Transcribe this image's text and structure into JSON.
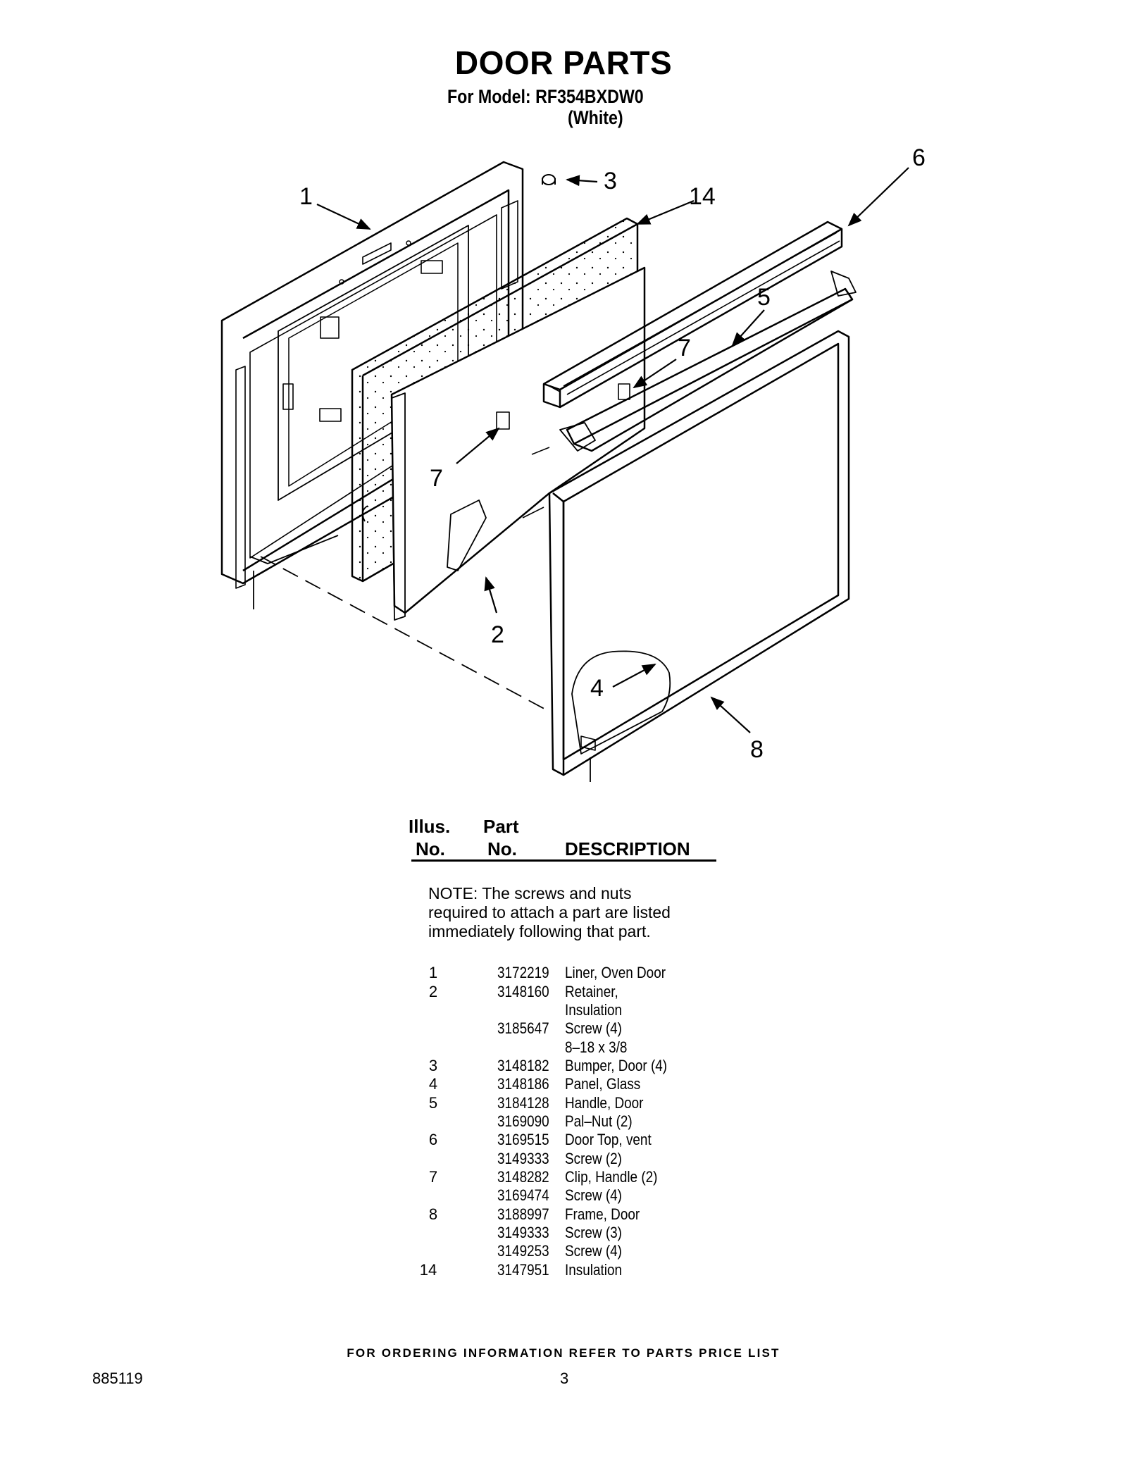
{
  "header": {
    "title": "DOOR PARTS",
    "model_line": "For Model: RF354BXDW0",
    "variant": "(White)"
  },
  "diagram": {
    "callouts": [
      "1",
      "2",
      "3",
      "4",
      "5",
      "6",
      "7",
      "7",
      "8",
      "14"
    ]
  },
  "table": {
    "headers": {
      "illus_top": "Illus.",
      "illus_bottom": "No.",
      "part_top": "Part",
      "part_bottom": "No.",
      "description": "DESCRIPTION"
    },
    "note": "NOTE: The screws and nuts required to attach a part are listed immediately following that part.",
    "rows": [
      {
        "illus": "1",
        "part": "3172219",
        "desc": "Liner, Oven Door"
      },
      {
        "illus": "2",
        "part": "3148160",
        "desc": "Retainer,"
      },
      {
        "illus": "",
        "part": "",
        "desc": "Insulation"
      },
      {
        "illus": "",
        "part": "3185647",
        "desc": "Screw (4)"
      },
      {
        "illus": "",
        "part": "",
        "desc": "8–18 x 3/8"
      },
      {
        "illus": "3",
        "part": "3148182",
        "desc": "Bumper, Door (4)"
      },
      {
        "illus": "4",
        "part": "3148186",
        "desc": "Panel, Glass"
      },
      {
        "illus": "5",
        "part": "3184128",
        "desc": "Handle, Door"
      },
      {
        "illus": "",
        "part": "3169090",
        "desc": "Pal–Nut (2)"
      },
      {
        "illus": "6",
        "part": "3169515",
        "desc": "Door Top, vent"
      },
      {
        "illus": "",
        "part": "3149333",
        "desc": "Screw (2)"
      },
      {
        "illus": "7",
        "part": "3148282",
        "desc": "Clip, Handle (2)"
      },
      {
        "illus": "",
        "part": "3169474",
        "desc": "Screw (4)"
      },
      {
        "illus": "8",
        "part": "3188997",
        "desc": "Frame, Door"
      },
      {
        "illus": "",
        "part": "3149333",
        "desc": "Screw (3)"
      },
      {
        "illus": "",
        "part": "3149253",
        "desc": "Screw (4)"
      },
      {
        "illus": "14",
        "part": "3147951",
        "desc": "Insulation"
      }
    ]
  },
  "footer": {
    "ordering_note": "FOR ORDERING INFORMATION REFER TO PARTS PRICE LIST",
    "doc_number": "885119",
    "page_number": "3"
  }
}
